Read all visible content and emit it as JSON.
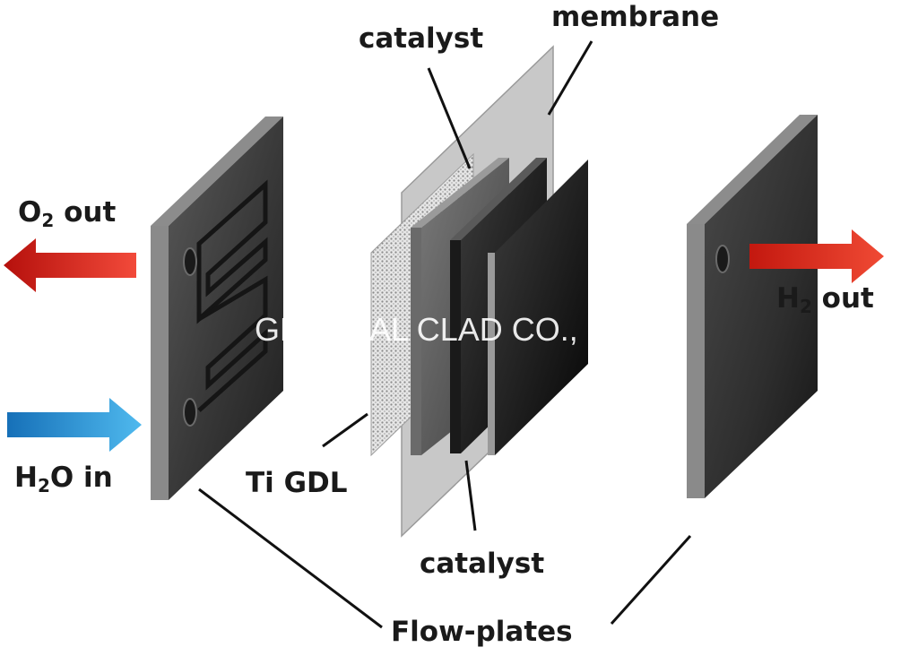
{
  "labels": {
    "catalyst_top": "catalyst",
    "membrane": "membrane",
    "o2_out": {
      "main": "O",
      "sub": "2",
      "rest": " out"
    },
    "h2_out": {
      "main": "H",
      "sub": "2",
      "rest": " out"
    },
    "h2o_in": {
      "main": "H",
      "sub": "2",
      "rest": "O in"
    },
    "ti_gdl": "Ti GDL",
    "catalyst_bottom": "catalyst",
    "flow_plates": "Flow-plates"
  },
  "watermark": "GENERAL CLAD CO.,",
  "colors": {
    "o2_arrow": "#d8251f",
    "h2_arrow": "#e12b22",
    "h2o_arrow": "#1f8fd4",
    "plate": "#3a3a3a",
    "membrane": "#c9c9c9"
  }
}
